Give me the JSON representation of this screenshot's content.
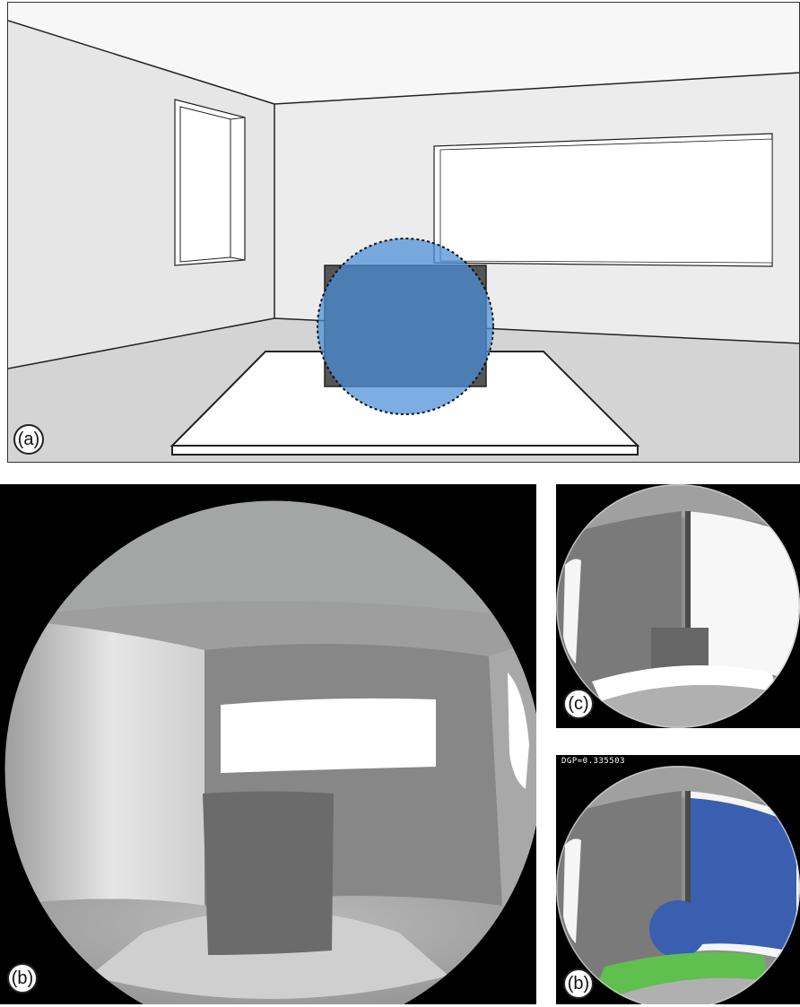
{
  "panels": {
    "a": {
      "label": "(a)"
    },
    "b_large": {
      "label": "(b)"
    },
    "c": {
      "label": "(c)"
    },
    "b_small": {
      "label": "(b)",
      "dgp_text": "DGP=0.335503"
    }
  },
  "colors": {
    "glare_blue": "#3a5fb0",
    "floor_green": "#5fbf4f",
    "occupant_circle": "#4a8fd8",
    "background_black": "#000000"
  }
}
